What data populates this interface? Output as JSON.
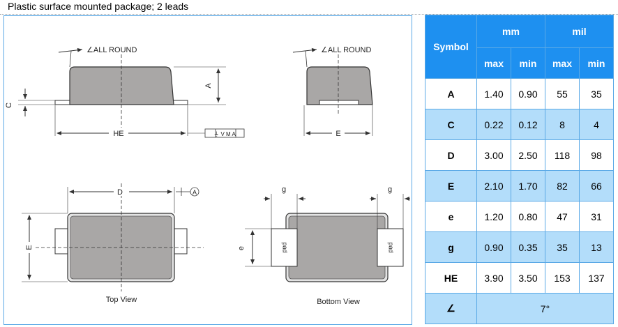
{
  "page": {
    "title": "Plastic surface mounted package; 2 leads"
  },
  "drawing": {
    "all_round_label": "∠ALL ROUND",
    "label_A": "A",
    "label_C": "C",
    "label_HE": "HE",
    "label_E": "E",
    "label_D": "D",
    "label_e": "e",
    "label_g": "g",
    "label_pad": "pad",
    "tolerance_box": "⏚ V M A",
    "datum_A": "A",
    "top_view_caption": "Top View",
    "bottom_view_caption": "Bottom View"
  },
  "table": {
    "header_symbol": "Symbol",
    "header_mm": "mm",
    "header_mil": "mil",
    "sub_headers": [
      "max",
      "min",
      "max",
      "min"
    ],
    "rows": [
      {
        "symbol": "A",
        "values": [
          "1.40",
          "0.90",
          "55",
          "35"
        ]
      },
      {
        "symbol": "C",
        "values": [
          "0.22",
          "0.12",
          "8",
          "4"
        ]
      },
      {
        "symbol": "D",
        "values": [
          "3.00",
          "2.50",
          "118",
          "98"
        ]
      },
      {
        "symbol": "E",
        "values": [
          "2.10",
          "1.70",
          "82",
          "66"
        ]
      },
      {
        "symbol": "e",
        "values": [
          "1.20",
          "0.80",
          "47",
          "31"
        ]
      },
      {
        "symbol": "g",
        "values": [
          "0.90",
          "0.35",
          "35",
          "13"
        ]
      },
      {
        "symbol": "HE",
        "values": [
          "3.90",
          "3.50",
          "153",
          "137"
        ]
      }
    ],
    "angle_symbol": "∠",
    "angle_value": "7°"
  }
}
